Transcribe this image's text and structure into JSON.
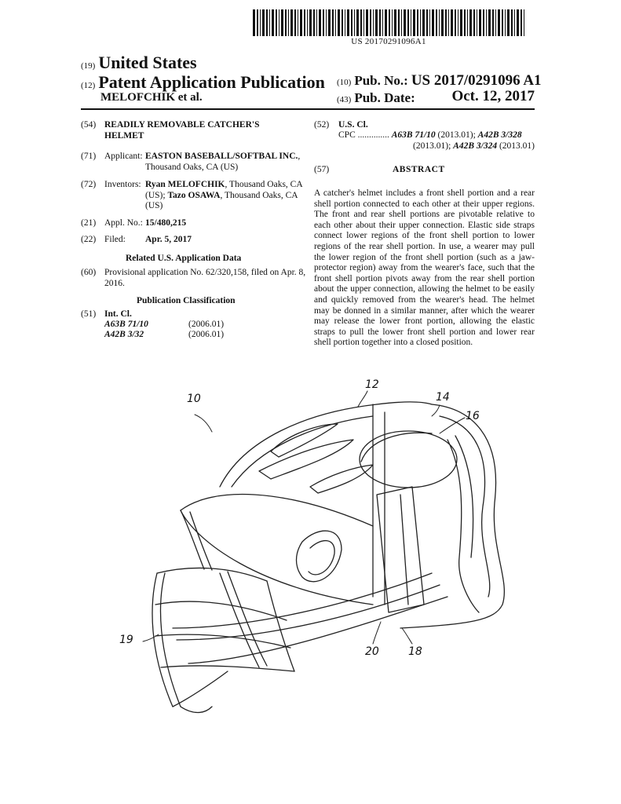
{
  "barcode_text": "US 20170291096A1",
  "header": {
    "code_19": "(19)",
    "country": "United States",
    "code_12": "(12)",
    "doc_type": "Patent Application Publication",
    "inventor_short": "MELOFCHIK et al.",
    "code_10": "(10)",
    "pub_no_label": "Pub. No.:",
    "pub_no": "US 2017/0291096 A1",
    "code_43": "(43)",
    "pub_date_label": "Pub. Date:",
    "pub_date": "Oct. 12, 2017"
  },
  "left": {
    "f54": {
      "code": "(54)",
      "text": "READILY REMOVABLE CATCHER'S HELMET"
    },
    "f71": {
      "code": "(71)",
      "label": "Applicant:",
      "name": "EASTON BASEBALL/SOFTBAL INC.",
      "rest": ", Thousand Oaks, CA (US)"
    },
    "f72": {
      "code": "(72)",
      "label": "Inventors:",
      "name1": "Ryan MELOFCHIK",
      "rest1": ", Thousand Oaks, CA (US); ",
      "name2": "Tazo OSAWA",
      "rest2": ", Thousand Oaks, CA (US)"
    },
    "f21": {
      "code": "(21)",
      "label": "Appl. No.:",
      "value": "15/480,215"
    },
    "f22": {
      "code": "(22)",
      "label": "Filed:",
      "value": "Apr. 5, 2017"
    },
    "related_title": "Related U.S. Application Data",
    "f60": {
      "code": "(60)",
      "text": "Provisional application No. 62/320,158, filed on Apr. 8, 2016."
    },
    "pub_class_title": "Publication Classification",
    "f51": {
      "code": "(51)",
      "label": "Int. Cl."
    },
    "intcl": [
      {
        "code": "A63B 71/10",
        "year": "(2006.01)"
      },
      {
        "code": "A42B 3/32",
        "year": "(2006.01)"
      }
    ]
  },
  "right": {
    "f52": {
      "code": "(52)",
      "label": "U.S. Cl."
    },
    "cpc_label": "CPC ..............",
    "cpc1_code": "A63B 71/10",
    "cpc1_year": " (2013.01); ",
    "cpc2_code": "A42B 3/328",
    "cpc3_year": "(2013.01); ",
    "cpc3_code": "A42B 3/324",
    "cpc4_year": " (2013.01)",
    "f57": {
      "code": "(57)"
    },
    "abstract_title": "ABSTRACT",
    "abstract": "A catcher's helmet includes a front shell portion and a rear shell portion connected to each other at their upper regions. The front and rear shell portions are pivotable relative to each other about their upper connection. Elastic side straps connect lower regions of the front shell portion to lower regions of the rear shell portion. In use, a wearer may pull the lower region of the front shell portion (such as a jaw-protector region) away from the wearer's face, such that the front shell portion pivots away from the rear shell portion about the upper connection, allowing the helmet to be easily and quickly removed from the wearer's head. The helmet may be donned in a similar manner, after which the wearer may release the lower front portion, allowing the elastic straps to pull the lower front shell portion and lower rear shell portion together into a closed position."
  },
  "figure": {
    "refs": [
      "10",
      "12",
      "14",
      "16",
      "19",
      "20",
      "18"
    ]
  }
}
